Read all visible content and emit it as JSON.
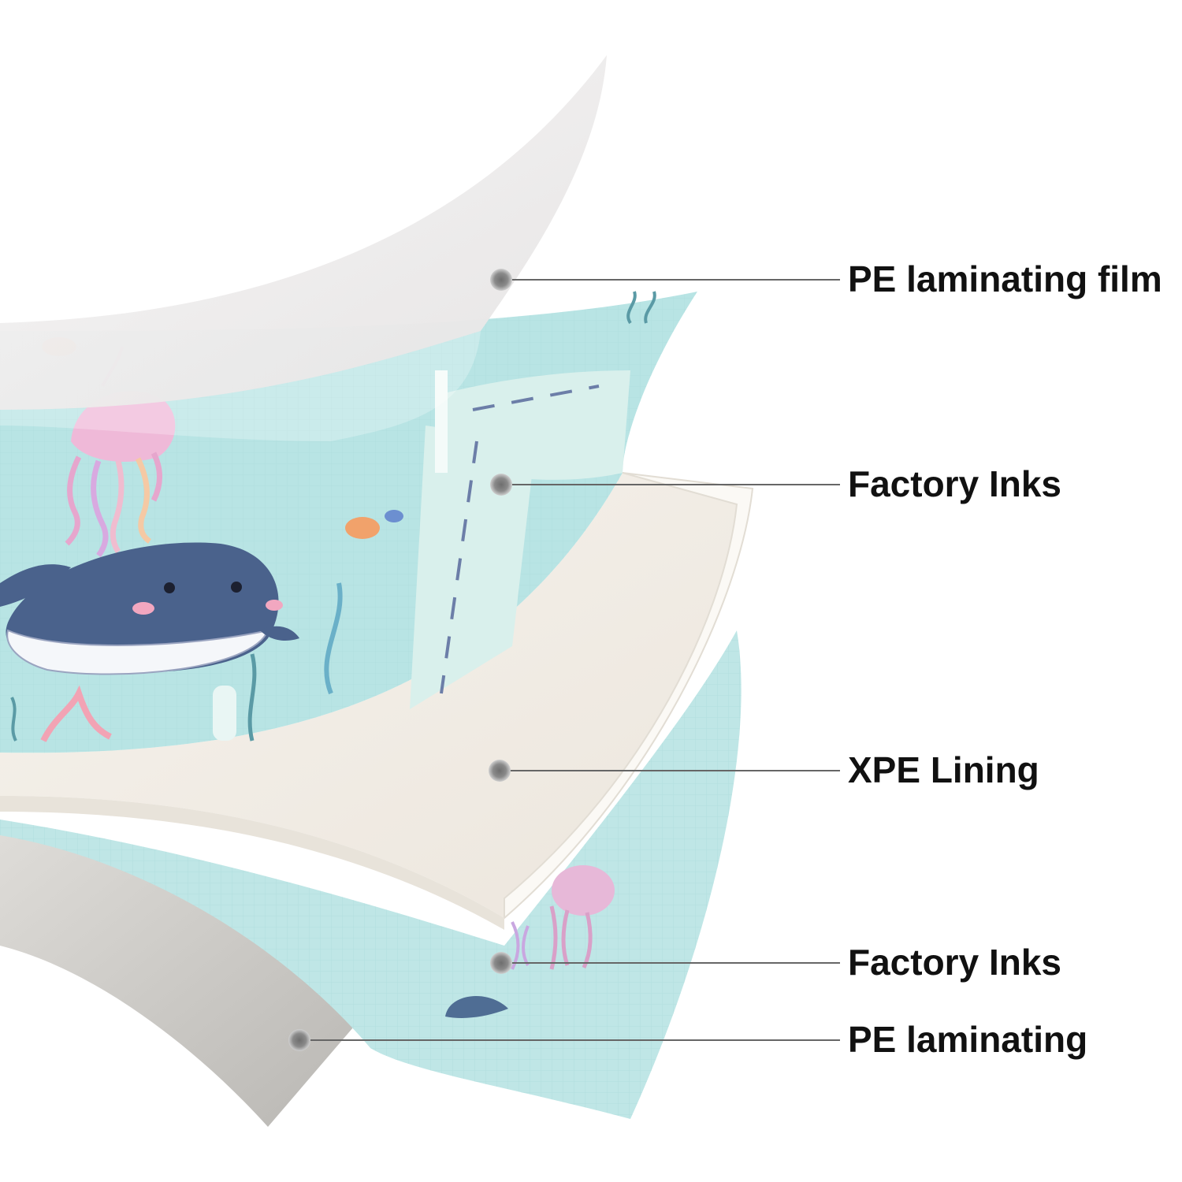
{
  "diagram": {
    "layers": [
      {
        "id": "pe-laminating-film",
        "label": "PE laminating film"
      },
      {
        "id": "factory-inks-top",
        "label": "Factory Inks"
      },
      {
        "id": "xpe-lining",
        "label": "XPE Lining"
      },
      {
        "id": "factory-inks-bottom",
        "label": "Factory Inks"
      },
      {
        "id": "pe-laminating-bottom",
        "label": "PE laminating"
      }
    ],
    "colors": {
      "film": "#eeecec",
      "print_base": "#b8e4e4",
      "foam": "#f3eee7",
      "foam_edge": "#fbf9f5",
      "bottom_film": "#c9c7c3",
      "leader_line": "#666666",
      "dot": "#777777",
      "label_text": "#111111"
    }
  }
}
